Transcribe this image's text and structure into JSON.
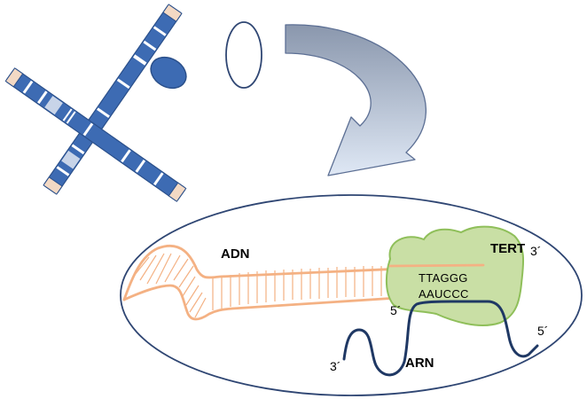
{
  "labels": {
    "dna": "ADN",
    "tert": "TERT",
    "rna": "ARN",
    "seq_top": "TTAGGG",
    "seq_bottom": "AAUCCC",
    "end_tert_3": "3´",
    "end_dna_5": "5´",
    "end_rna_3": "3´",
    "end_rna_5": "5´"
  },
  "colors": {
    "chromosome_fill": "#3d6bb3",
    "chromosome_stroke": "#2a4f8a",
    "chromosome_band": "#ffffff",
    "chromosome_band_light": "#c8d4e8",
    "telomere_cap": "#f3d9c4",
    "ellipse_stroke": "#2f4673",
    "arrow_fill_dark": "#8a97ad",
    "arrow_fill_light": "#dfe8f5",
    "arrow_stroke": "#5c6f94",
    "dna_strand": "#f4b183",
    "tert_fill": "#c9dfa5",
    "tert_stroke": "#8fbf5a",
    "rna_strand": "#1f3864"
  }
}
